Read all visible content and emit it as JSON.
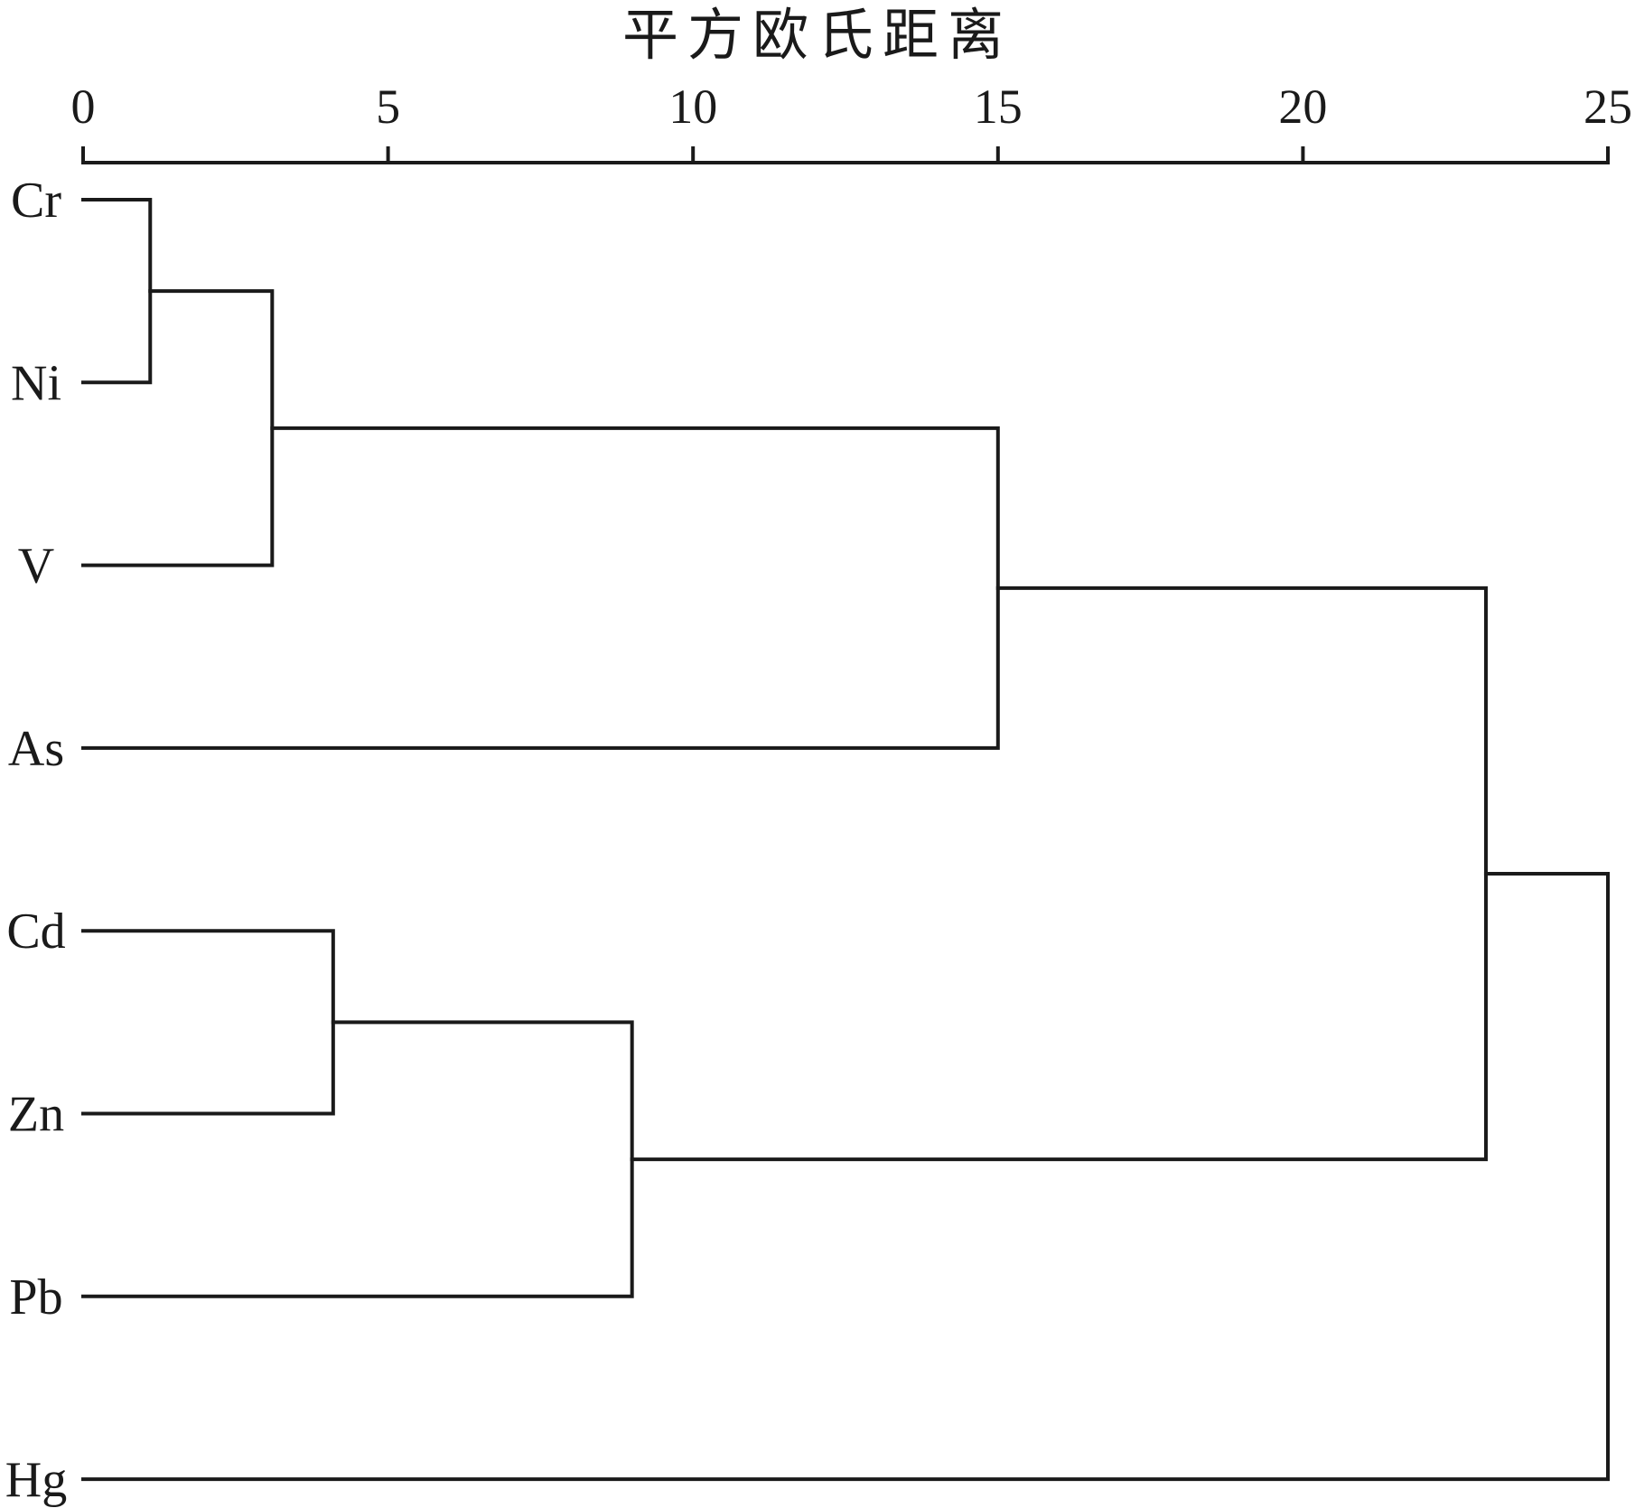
{
  "chart_data": {
    "type": "dendrogram",
    "title": "平方欧氏距离",
    "xlabel": "",
    "ylabel": "",
    "xlim": [
      0,
      25
    ],
    "xticks": [
      0,
      5,
      10,
      15,
      20,
      25
    ],
    "leaves": [
      "Cr",
      "Ni",
      "V",
      "As",
      "Cd",
      "Zn",
      "Pb",
      "Hg"
    ],
    "merges": [
      {
        "id": "m1",
        "children": [
          "Cr",
          "Ni"
        ],
        "distance": 1.1
      },
      {
        "id": "m2",
        "children": [
          "m1",
          "V"
        ],
        "distance": 3.1
      },
      {
        "id": "m3",
        "children": [
          "m2",
          "As"
        ],
        "distance": 15.0
      },
      {
        "id": "m4",
        "children": [
          "Cd",
          "Zn"
        ],
        "distance": 4.1
      },
      {
        "id": "m5",
        "children": [
          "m4",
          "Pb"
        ],
        "distance": 9.0
      },
      {
        "id": "m6",
        "children": [
          "m3",
          "m5"
        ],
        "distance": 23.0
      },
      {
        "id": "m7",
        "children": [
          "m6",
          "Hg"
        ],
        "distance": 25.0
      }
    ]
  }
}
